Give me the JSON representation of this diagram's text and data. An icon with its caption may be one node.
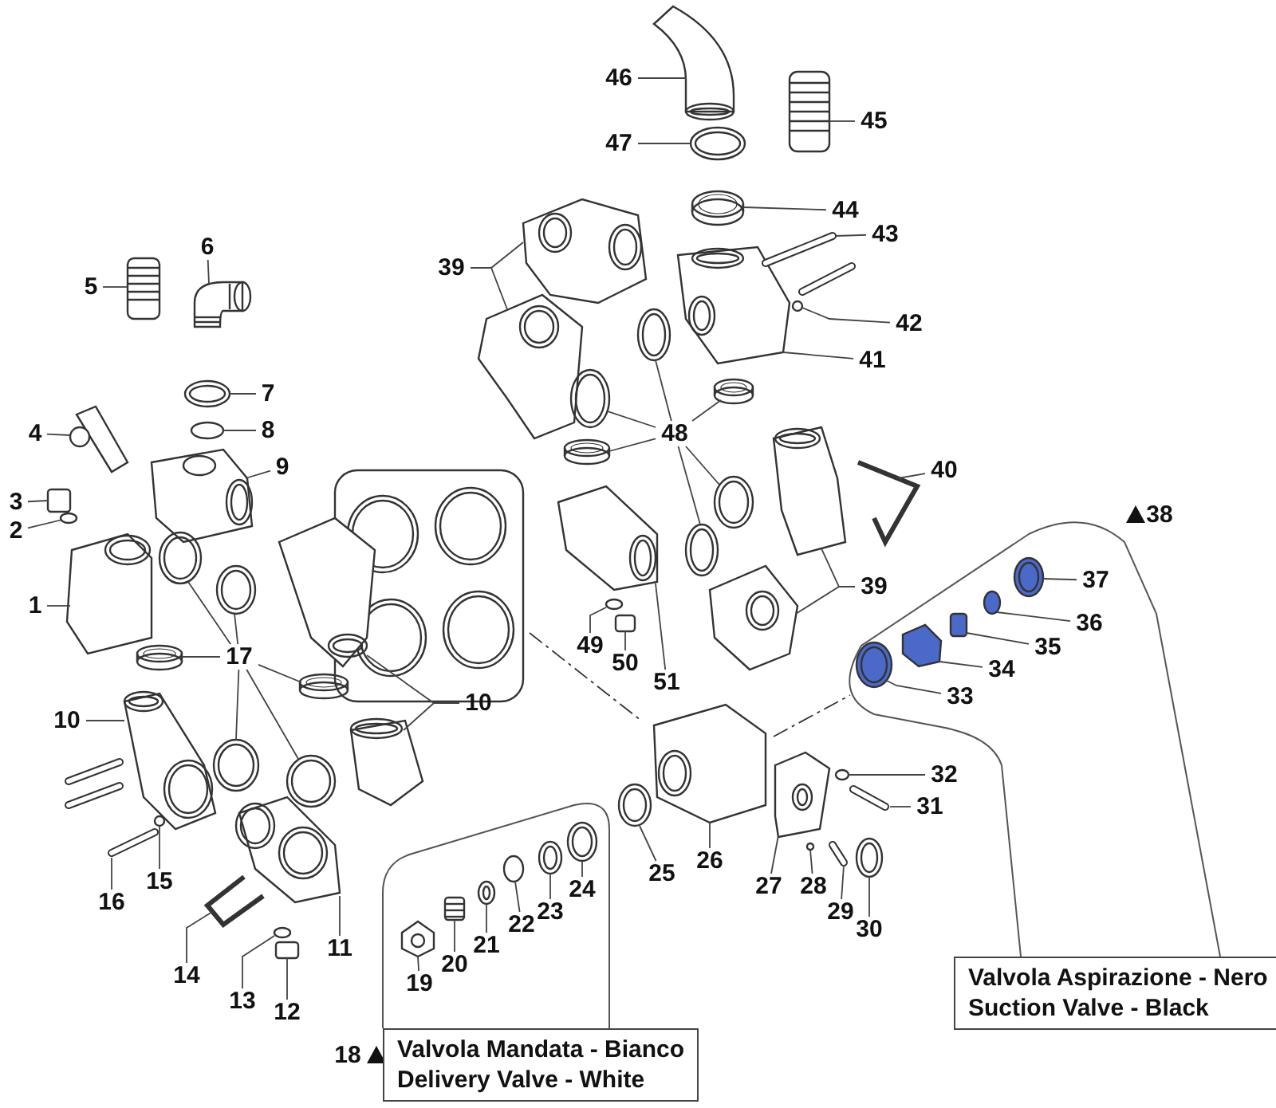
{
  "diagram": {
    "nodes": [
      {
        "text": [
          "1"
        ]
      },
      {
        "text": [
          "2"
        ]
      },
      {
        "text": [
          "3"
        ]
      },
      {
        "text": [
          "4"
        ]
      },
      {
        "text": [
          "5"
        ]
      },
      {
        "text": [
          "6"
        ]
      },
      {
        "text": [
          "7"
        ]
      },
      {
        "text": [
          "8"
        ]
      },
      {
        "text": [
          "9"
        ]
      },
      {
        "text": [
          "10"
        ]
      },
      {
        "text": [
          "10"
        ]
      },
      {
        "text": [
          "11"
        ]
      },
      {
        "text": [
          "12"
        ]
      },
      {
        "text": [
          "13"
        ]
      },
      {
        "text": [
          "14"
        ]
      },
      {
        "text": [
          "15"
        ]
      },
      {
        "text": [
          "16"
        ]
      },
      {
        "text": [
          "17"
        ]
      },
      {
        "text": [
          "19"
        ]
      },
      {
        "text": [
          "20"
        ]
      },
      {
        "text": [
          "21"
        ]
      },
      {
        "text": [
          "22"
        ]
      },
      {
        "text": [
          "23"
        ]
      },
      {
        "text": [
          "24"
        ]
      },
      {
        "text": [
          "25"
        ]
      },
      {
        "text": [
          "26"
        ]
      },
      {
        "text": [
          "27"
        ]
      },
      {
        "text": [
          "28"
        ]
      },
      {
        "text": [
          "29"
        ]
      },
      {
        "text": [
          "30"
        ]
      },
      {
        "text": [
          "31"
        ]
      },
      {
        "text": [
          "32"
        ]
      },
      {
        "text": [
          "33"
        ]
      },
      {
        "text": [
          "34"
        ]
      },
      {
        "text": [
          "35"
        ]
      },
      {
        "text": [
          "36"
        ]
      },
      {
        "text": [
          "37"
        ]
      },
      {
        "text": [
          "39"
        ]
      },
      {
        "text": [
          "39"
        ]
      },
      {
        "text": [
          "40"
        ]
      },
      {
        "text": [
          "41"
        ]
      },
      {
        "text": [
          "42"
        ]
      },
      {
        "text": [
          "43"
        ]
      },
      {
        "text": [
          "44"
        ]
      },
      {
        "text": [
          "45"
        ]
      },
      {
        "text": [
          "46"
        ]
      },
      {
        "text": [
          "47"
        ]
      },
      {
        "text": [
          "48"
        ]
      },
      {
        "text": [
          "49"
        ]
      },
      {
        "text": [
          "50"
        ]
      },
      {
        "text": [
          "51"
        ]
      },
      {
        "text": [
          "Valvola Mandata - Bianco",
          "Delivery Valve - White"
        ]
      },
      {
        "text": [
          "Valvola Aspirazione - Nero",
          "Suction Valve - Black"
        ]
      },
      {
        "text": [],
        "shape": "picture"
      },
      {
        "text": [],
        "shape": "circle"
      },
      {
        "text": [],
        "shape": "box"
      },
      {
        "text": [],
        "shape": "picture"
      },
      {
        "text": [],
        "shape": "picture"
      },
      {
        "text": [],
        "shape": "picture"
      },
      {
        "text": [],
        "shape": "picture"
      },
      {
        "text": [],
        "shape": "circle"
      },
      {
        "text": [],
        "shape": "picture"
      },
      {
        "text": [],
        "shape": "picture"
      },
      {
        "text": [],
        "shape": "picture"
      },
      {
        "text": [],
        "shape": "picture"
      },
      {
        "text": [],
        "shape": "picture"
      },
      {
        "text": [],
        "shape": "box"
      },
      {
        "text": [],
        "shape": "circle"
      },
      {
        "text": [],
        "shape": "picture"
      },
      {
        "text": [],
        "shape": "circle"
      },
      {
        "text": [],
        "shape": "picture"
      },
      {
        "text": [],
        "shape": "picture"
      },
      {
        "text": [],
        "shape": "picture"
      },
      {
        "text": [],
        "shape": "picture"
      },
      {
        "text": [],
        "shape": "picture"
      },
      {
        "text": [],
        "shape": "picture"
      },
      {
        "text": [],
        "shape": "picture"
      },
      {
        "text": [],
        "shape": "picture"
      },
      {
        "text": [],
        "shape": "picture"
      },
      {
        "text": [],
        "shape": "picture"
      },
      {
        "text": [],
        "shape": "circle"
      },
      {
        "text": [],
        "shape": "picture"
      },
      {
        "text": [],
        "shape": "picture"
      },
      {
        "text": [],
        "shape": "picture"
      },
      {
        "text": [],
        "shape": "picture"
      },
      {
        "text": [],
        "shape": "picture"
      },
      {
        "text": [],
        "shape": "circle"
      },
      {
        "text": [],
        "shape": "picture"
      },
      {
        "text": [],
        "shape": "picture"
      },
      {
        "text": [],
        "shape": "picture"
      },
      {
        "text": [],
        "shape": "circle"
      },
      {
        "text": [],
        "shape": "picture"
      },
      {
        "text": [],
        "shape": "picture"
      },
      {
        "text": [],
        "shape": "box"
      },
      {
        "text": [],
        "shape": "circle"
      },
      {
        "text": [],
        "shape": "picture"
      },
      {
        "text": [],
        "shape": "picture"
      },
      {
        "text": [],
        "shape": "picture"
      },
      {
        "text": [],
        "shape": "picture"
      },
      {
        "text": [],
        "shape": "picture"
      },
      {
        "text": [],
        "shape": "picture"
      },
      {
        "text": [],
        "shape": "picture"
      },
      {
        "text": [],
        "shape": "circle"
      },
      {
        "text": [],
        "shape": "picture"
      },
      {
        "text": [],
        "shape": "picture"
      },
      {
        "text": [],
        "shape": "picture"
      },
      {
        "text": [],
        "shape": "picture"
      },
      {
        "text": [],
        "shape": "picture"
      },
      {
        "text": [],
        "shape": "picture"
      },
      {
        "text": [],
        "shape": "picture"
      },
      {
        "text": [],
        "shape": "picture"
      },
      {
        "text": [],
        "shape": "picture"
      },
      {
        "text": [],
        "shape": "picture"
      },
      {
        "text": [],
        "shape": "picture"
      },
      {
        "text": [],
        "shape": "circle"
      },
      {
        "text": [],
        "shape": "box"
      },
      {
        "text": [],
        "shape": "picture"
      }
    ],
    "edges": [
      {
        "from": 0,
        "to": 53,
        "arrow": "none"
      },
      {
        "from": 1,
        "to": 54,
        "arrow": "none"
      },
      {
        "from": 2,
        "to": 55,
        "arrow": "none"
      },
      {
        "from": 3,
        "to": 56,
        "arrow": "none"
      },
      {
        "from": 4,
        "to": 57,
        "arrow": "none"
      },
      {
        "from": 5,
        "to": 58,
        "arrow": "none"
      },
      {
        "from": 6,
        "to": 59,
        "arrow": "none"
      },
      {
        "from": 7,
        "to": 60,
        "arrow": "none"
      },
      {
        "from": 8,
        "to": 61,
        "arrow": "none"
      },
      {
        "from": 9,
        "to": 62,
        "arrow": "none"
      },
      {
        "from": 10,
        "to": 63,
        "arrow": "none"
      },
      {
        "from": 10,
        "to": 64,
        "arrow": "none"
      },
      {
        "from": 11,
        "to": 65,
        "arrow": "none"
      },
      {
        "from": 12,
        "to": 66,
        "arrow": "none"
      },
      {
        "from": 13,
        "to": 67,
        "arrow": "none"
      },
      {
        "from": 14,
        "to": 68,
        "arrow": "none"
      },
      {
        "from": 15,
        "to": 69,
        "arrow": "none"
      },
      {
        "from": 16,
        "to": 70,
        "arrow": "none"
      },
      {
        "from": 17,
        "to": 71,
        "arrow": "none"
      },
      {
        "from": 17,
        "to": 72,
        "arrow": "none"
      },
      {
        "from": 17,
        "to": 73,
        "arrow": "none"
      },
      {
        "from": 17,
        "to": 74,
        "arrow": "none"
      },
      {
        "from": 17,
        "to": 75,
        "arrow": "none"
      },
      {
        "from": 17,
        "to": 76,
        "arrow": "none"
      },
      {
        "from": 18,
        "to": 77,
        "arrow": "none"
      },
      {
        "from": 19,
        "to": 78,
        "arrow": "none"
      },
      {
        "from": 20,
        "to": 79,
        "arrow": "none"
      },
      {
        "from": 21,
        "to": 80,
        "arrow": "none"
      },
      {
        "from": 22,
        "to": 81,
        "arrow": "none"
      },
      {
        "from": 23,
        "to": 82,
        "arrow": "none"
      },
      {
        "from": 24,
        "to": 83,
        "arrow": "none"
      },
      {
        "from": 25,
        "to": 84,
        "arrow": "none"
      },
      {
        "from": 26,
        "to": 85,
        "arrow": "none"
      },
      {
        "from": 27,
        "to": 86,
        "arrow": "none"
      },
      {
        "from": 28,
        "to": 87,
        "arrow": "none"
      },
      {
        "from": 29,
        "to": 88,
        "arrow": "none"
      },
      {
        "from": 30,
        "to": 89,
        "arrow": "none"
      },
      {
        "from": 31,
        "to": 90,
        "arrow": "none"
      },
      {
        "from": 32,
        "to": 91,
        "arrow": "none"
      },
      {
        "from": 33,
        "to": 92,
        "arrow": "none"
      },
      {
        "from": 34,
        "to": 93,
        "arrow": "none"
      },
      {
        "from": 35,
        "to": 94,
        "arrow": "none"
      },
      {
        "from": 36,
        "to": 95,
        "arrow": "none"
      },
      {
        "from": 37,
        "to": 96,
        "arrow": "none"
      },
      {
        "from": 37,
        "to": 97,
        "arrow": "none"
      },
      {
        "from": 38,
        "to": 98,
        "arrow": "none"
      },
      {
        "from": 38,
        "to": 99,
        "arrow": "none"
      },
      {
        "from": 39,
        "to": 100,
        "arrow": "none"
      },
      {
        "from": 40,
        "to": 101,
        "arrow": "none"
      },
      {
        "from": 41,
        "to": 102,
        "arrow": "none"
      },
      {
        "from": 42,
        "to": 103,
        "arrow": "none"
      },
      {
        "from": 43,
        "to": 104,
        "arrow": "none"
      },
      {
        "from": 44,
        "to": 105,
        "arrow": "none"
      },
      {
        "from": 45,
        "to": 106,
        "arrow": "none"
      },
      {
        "from": 46,
        "to": 107,
        "arrow": "none"
      },
      {
        "from": 47,
        "to": 108,
        "arrow": "none"
      },
      {
        "from": 47,
        "to": 109,
        "arrow": "none"
      },
      {
        "from": 47,
        "to": 110,
        "arrow": "none"
      },
      {
        "from": 47,
        "to": 111,
        "arrow": "none"
      },
      {
        "from": 47,
        "to": 112,
        "arrow": "none"
      },
      {
        "from": 47,
        "to": 113,
        "arrow": "none"
      },
      {
        "from": 48,
        "to": 114,
        "arrow": "none"
      },
      {
        "from": 49,
        "to": 115,
        "arrow": "none"
      },
      {
        "from": 50,
        "to": 116,
        "arrow": "none"
      }
    ],
    "labels": [
      "38",
      "18"
    ]
  }
}
